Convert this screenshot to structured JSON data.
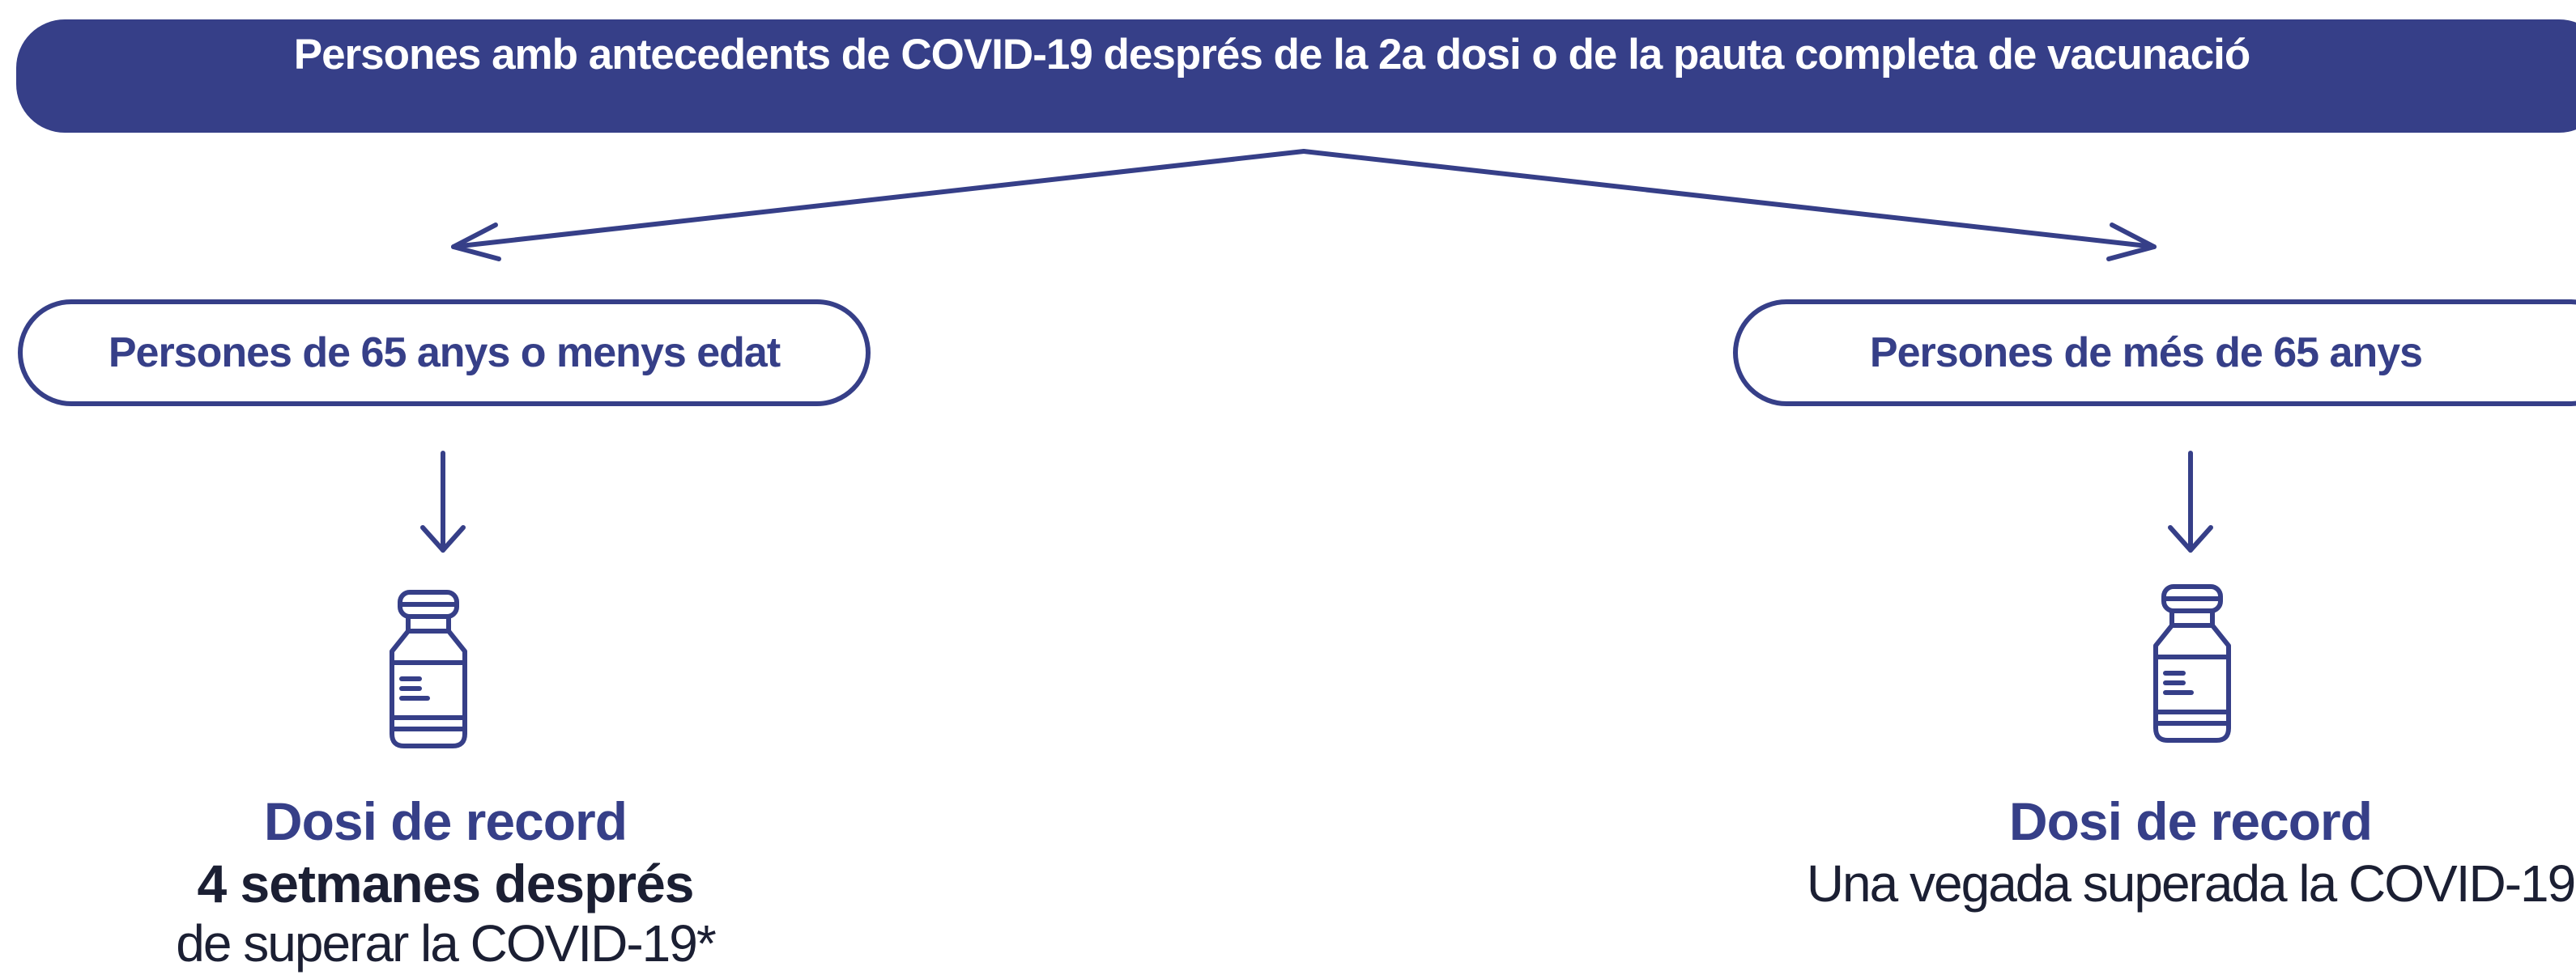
{
  "header": {
    "title": "Persones amb antecedents de COVID-19 després de la 2a dosi o de la pauta completa de vacunació"
  },
  "branches": [
    {
      "label": "Persones de 65 anys o menys edat",
      "icon": "vaccine-vial-icon",
      "outcome_title": "Dosi de record",
      "outcome_emphasis": "4 setmanes després",
      "outcome_text": "de superar la COVID-19*"
    },
    {
      "label": "Persones de més de 65 anys",
      "icon": "vaccine-vial-icon",
      "outcome_title": "Dosi de record",
      "outcome_text": "Una vegada superada la COVID-19"
    }
  ],
  "colors": {
    "primary": "#363f88",
    "text_dark": "#1b1f33",
    "background": "#ffffff"
  }
}
